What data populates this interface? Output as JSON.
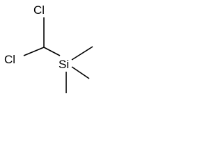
{
  "molecule": {
    "atoms": {
      "cl_top": "Cl",
      "cl_left": "Cl",
      "si": "Si"
    }
  }
}
